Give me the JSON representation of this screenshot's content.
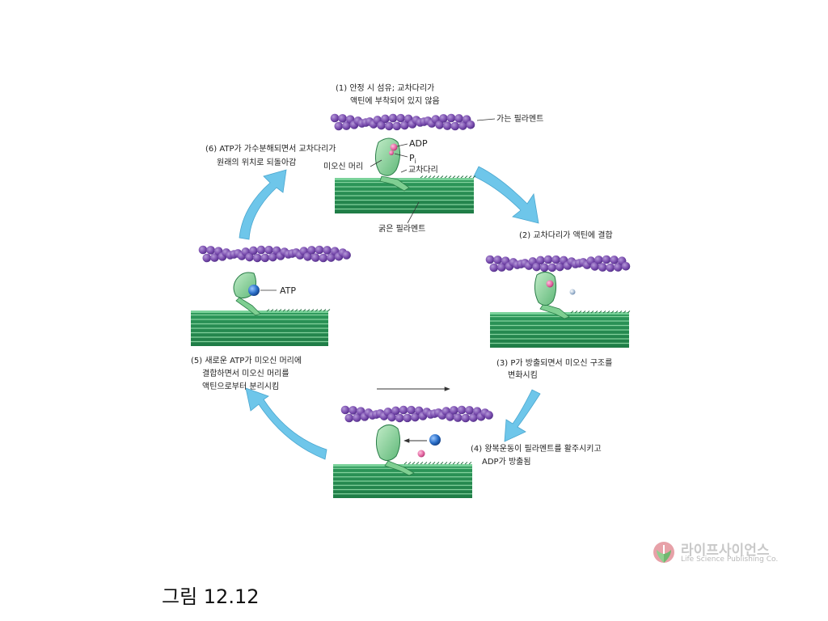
{
  "figure": {
    "caption": "그림 12.12",
    "logo": {
      "korean": "라이프사이언스",
      "english": "Life Science Publishing Co."
    }
  },
  "labels": {
    "step1": [
      "(1) 안정 시 섬유; 교차다리가",
      "액틴에 부착되어 있지 않음"
    ],
    "step2": [
      "(2) 교차다리가 액틴에 결합"
    ],
    "step3": [
      "(3) P가 방출되면서 미오신 구조를",
      "변화시킴"
    ],
    "step4": [
      "(4) 왕복운동이 필라멘트를 활주시키고",
      "ADP가 방출됨"
    ],
    "step5": [
      "(5) 새로운 ATP가 미오신 머리에",
      "결합하면서 미오신 머리를",
      "액틴으로부터 분리시킴"
    ],
    "step6": [
      "(6) ATP가 가수분해되면서 교차다리가",
      "원래의 위치로 되돌아감"
    ],
    "thin_filament": "가는 필라멘트",
    "thick_filament": "굵은 필라멘트",
    "myosin_head": "미오신 머리",
    "cross_bridge": "교차다리",
    "adp": "ADP",
    "pi": "P",
    "pi_sub": "i",
    "atp": "ATP"
  },
  "colors": {
    "actin": "#7c4fb0",
    "actin_dark": "#5b3590",
    "thick": "#3aa66a",
    "myosin": "#8fd4a0",
    "arrow": "#6ec6ea",
    "atp": "#2a6fc9",
    "pi": "#e0609c"
  }
}
